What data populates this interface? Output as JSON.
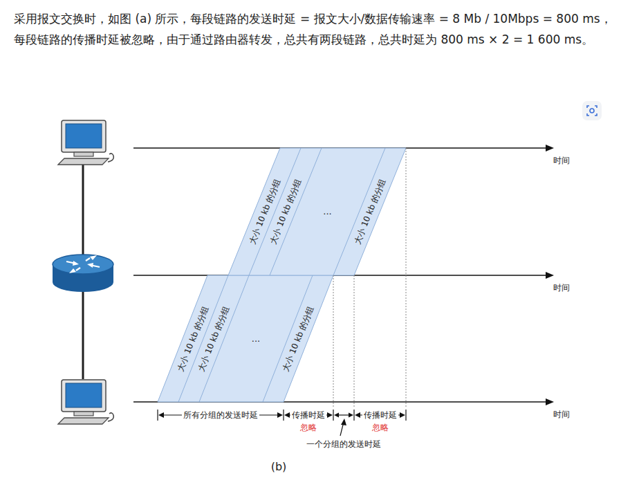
{
  "diagram": {
    "caption": "(b)",
    "labels": [
      "采用报文交换时，如图 (a) 所示，每段链路的发送时延 = 报文大小/数据传输速率 = 8 Mb / 10Mbps = 800 ms，每段链路的传播时延被忽略，由于通过路由器转发，总共有两段链路，总共时延为 800 ms × 2 = 1 600 ms。",
      "时间",
      "大小 10 kb 的分组",
      "大小 10 kb 的分组",
      "...",
      "大小 10 kb 的分组",
      "时间",
      "大小 10 kb 的分组",
      "大小 10 kb 的分组",
      "...",
      "大小 10 kb 的分组",
      "时间",
      "所有分组的发送时延",
      "传播时延",
      "忽略",
      "传播时延",
      "忽略",
      "一个分组的发送时延"
    ]
  }
}
